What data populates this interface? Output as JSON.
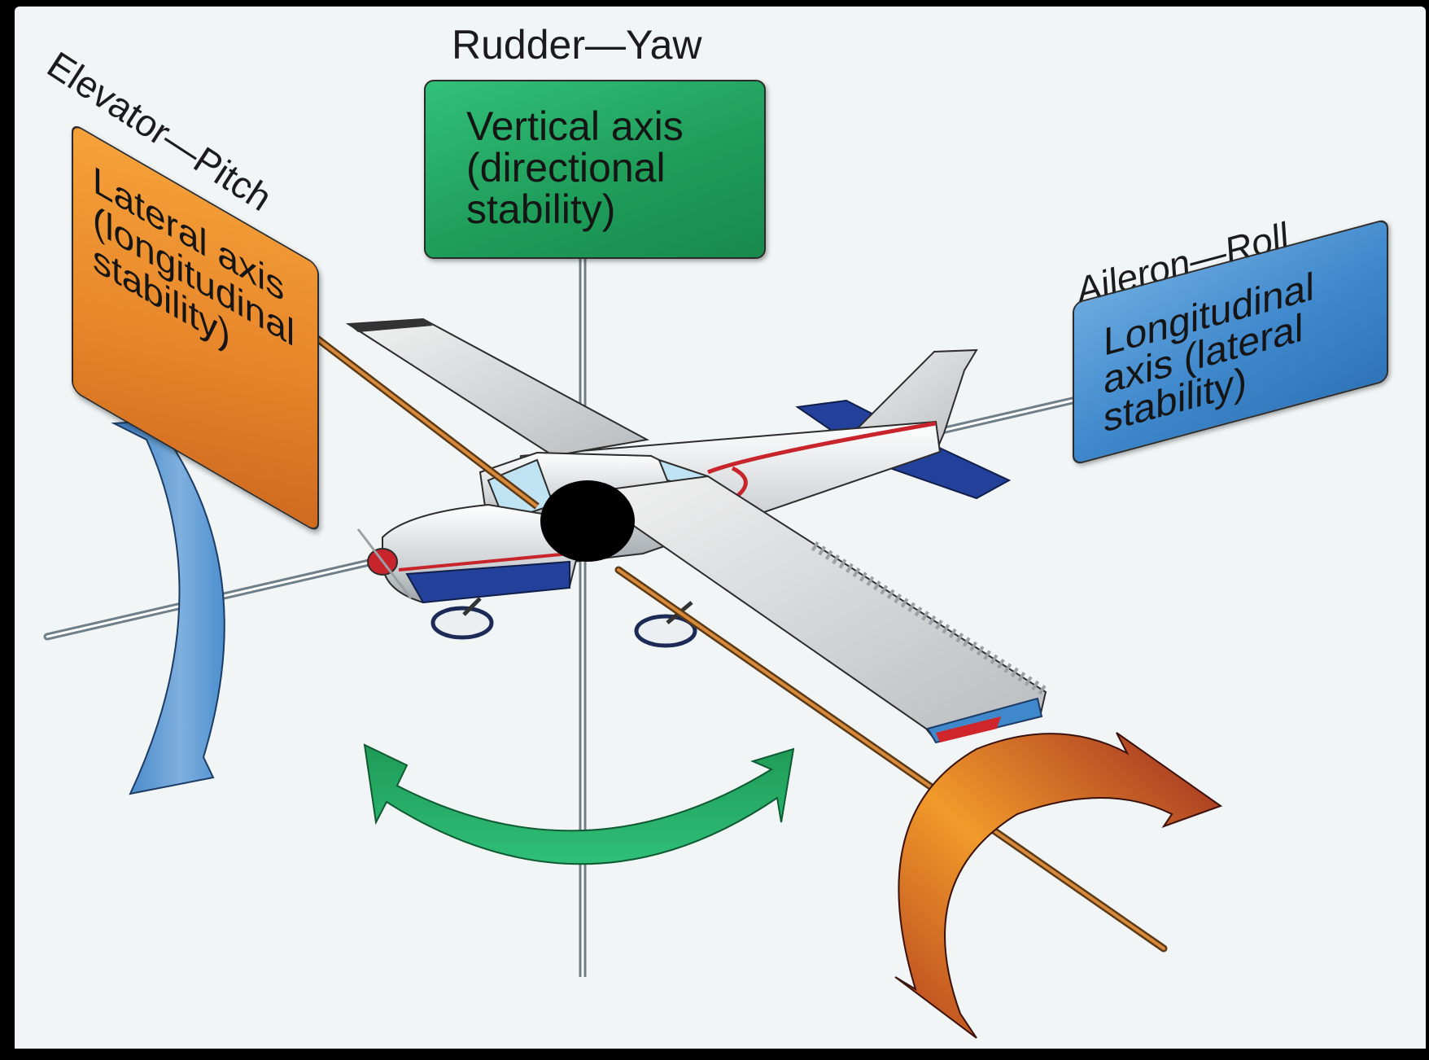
{
  "axes": {
    "vertical": {
      "control": "Rudder—Yaw",
      "box": "Vertical axis\n(directional\nstability)",
      "color": "#23a862"
    },
    "lateral": {
      "control": "Elevator—Pitch",
      "box": "Lateral axis\n(longitudinal\nstability)",
      "color": "#ec8a2c"
    },
    "longitudinal": {
      "control": "Aileron—Roll",
      "box": "Longitudinal\naxis (lateral\nstability)",
      "color": "#4a90d4"
    }
  },
  "icons": {
    "pitch_arrow": "curved-arrow-icon",
    "yaw_arrow": "curved-arrow-icon",
    "roll_arrow": "curved-arrow-icon",
    "center_of_gravity": "dot-icon",
    "aircraft": "airplane-icon"
  }
}
